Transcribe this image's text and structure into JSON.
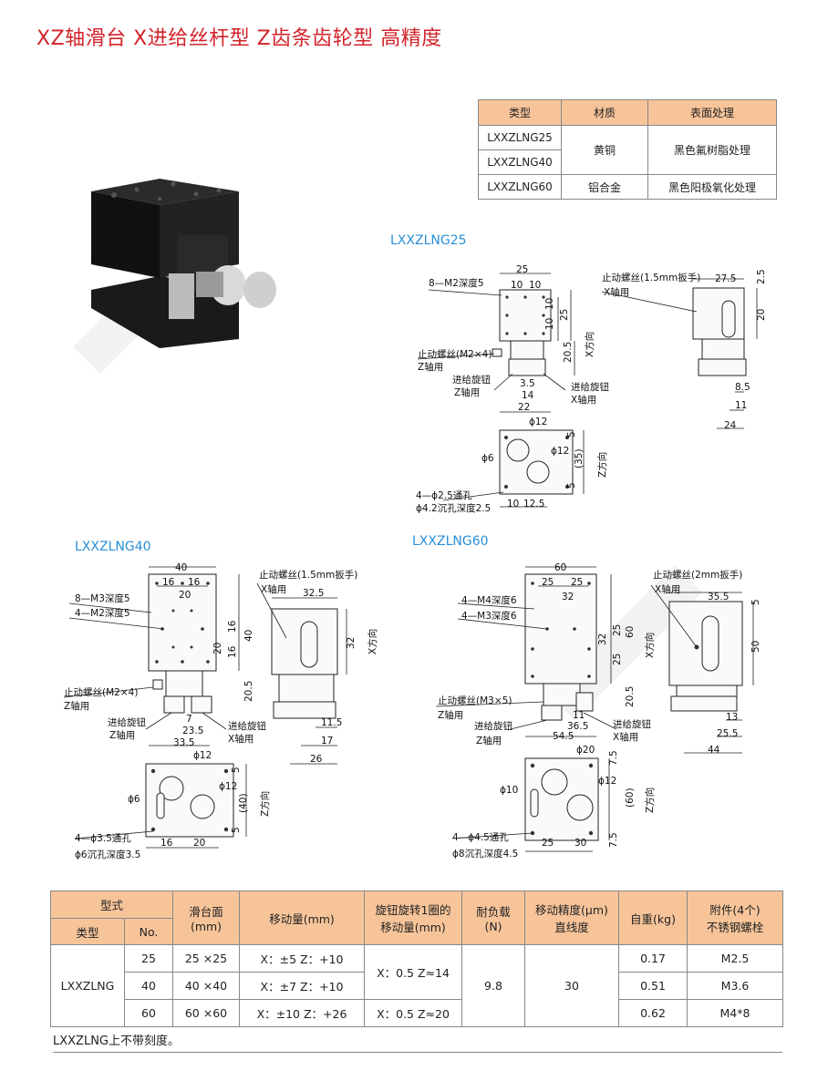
{
  "title": "XZ轴滑台 X进给丝杆型 Z齿条齿轮型 高精度",
  "material_table": {
    "headers": [
      "类型",
      "材质",
      "表面处理"
    ],
    "rows": [
      {
        "type": "LXXZLNG25",
        "material": "黄铜",
        "finish": "黑色氟树脂处理"
      },
      {
        "type": "LXXZLNG40",
        "material": "",
        "finish": ""
      },
      {
        "type": "LXXZLNG60",
        "material": "铝合金",
        "finish": "黑色阳极氧化处理"
      }
    ]
  },
  "models": {
    "m25": "LXXZLNG25",
    "m40": "LXXZLNG40",
    "m60": "LXXZLNG60"
  },
  "labels25": {
    "tap": "8—M2深度5",
    "stop_z": "止动螺丝(M2×4)",
    "z_use": "Z轴用",
    "knob_z": "进给旋钮",
    "z_use2": "Z轴用",
    "knob_x": "进给旋钮",
    "x_use": "X轴用",
    "stop_x": "止动螺丝(1.5mm扳手)",
    "x_use2": "X轴用",
    "x_dir": "X方向",
    "z_dir": "Z方向",
    "thru": "4—ϕ2.5通孔",
    "cbore": "ϕ4.2沉孔深度2.5",
    "d25": "25",
    "d10a": "10",
    "d10b": "10",
    "d10c": "10",
    "d10d": "10",
    "d25v": "25",
    "d205": "20.5",
    "d35": "3.5",
    "d14": "14",
    "d22": "22",
    "d275": "27.5",
    "d25b": "2.5",
    "d20": "20",
    "d85": "8.5",
    "d11": "11",
    "d24": "24",
    "p12a": "ϕ12",
    "p12b": "ϕ12",
    "p6": "ϕ6",
    "d5a": "5",
    "d35p": "(35)",
    "d5b": "5",
    "b10": "10",
    "b125": "12.5"
  },
  "labels40": {
    "tap1": "8—M3深度5",
    "tap2": "4—M2深度5",
    "stop_z": "止动螺丝(M2×4)",
    "z_use": "Z轴用",
    "knob_z": "进给旋钮",
    "z_use2": "Z轴用",
    "knob_x": "进给旋钮",
    "x_use": "X轴用",
    "stop_x": "止动螺丝(1.5mm扳手)",
    "x_use2": "X轴用",
    "x_dir": "X方向",
    "z_dir": "Z方向",
    "thru": "4—ϕ3.5通孔",
    "cbore": "ϕ6沉孔深度3.5",
    "d40": "40",
    "d16a": "16",
    "d16b": "16",
    "d20a": "20",
    "d16v": "16",
    "d20v": "20",
    "d16v2": "16",
    "d40v": "40",
    "d205": "20.5",
    "d7": "7",
    "d235": "23.5",
    "d335": "33.5",
    "d325": "32.5",
    "d32": "32",
    "d115": "11.5",
    "d17": "17",
    "d26": "26",
    "p12a": "ϕ12",
    "p12b": "ϕ12",
    "p6": "ϕ6",
    "d5a": "5",
    "d40p": "(40)",
    "d5b": "5",
    "b16": "16",
    "b20": "20"
  },
  "labels60": {
    "tap1": "4—M4深度6",
    "tap2": "4—M3深度6",
    "stop_z": "止动螺丝(M3×5)",
    "z_use": "Z轴用",
    "knob_z": "进给旋钮",
    "z_use2": "Z轴用",
    "knob_x": "进给旋钮",
    "x_use": "X轴用",
    "stop_x": "止动螺丝(2mm扳手)",
    "x_use2": "X轴用",
    "x_dir": "X方向",
    "z_dir": "Z方向",
    "thru": "4—ϕ4.5通孔",
    "cbore": "ϕ8沉孔深度4.5",
    "d60": "60",
    "d25a": "25",
    "d25b": "25",
    "d32": "32",
    "d32v": "32",
    "d25v": "25",
    "d60v": "60",
    "d25v2": "25",
    "d205": "20.5",
    "d11": "11",
    "d365": "36.5",
    "d545": "54.5",
    "d355": "35.5",
    "d5": "5",
    "d50": "50",
    "d13": "13",
    "d255": "25.5",
    "d44": "44",
    "p20": "ϕ20",
    "p12": "ϕ12",
    "p10": "ϕ10",
    "d75a": "7.5",
    "d60p": "(60)",
    "d75b": "7.5",
    "b25": "25",
    "b30": "30"
  },
  "spec_table": {
    "h_style": "型式",
    "h_type": "类型",
    "h_no": "No.",
    "h_table1": "滑台面",
    "h_table2": "(mm)",
    "h_travel": "移动量(mm)",
    "h_knob1": "旋钮旋转1圈的",
    "h_knob2": "移动量(mm)",
    "h_load1": "耐负载",
    "h_load2": "(N)",
    "h_acc1": "移动精度(μm)",
    "h_acc2": "直线度",
    "h_weight": "自重(kg)",
    "h_acc_a": "附件(4个)",
    "h_acc_b": "不锈钢螺栓",
    "type": "LXXZLNG",
    "load": "9.8",
    "straight": "30",
    "knob_ab": "X：0.5  Z≈14",
    "rows": [
      {
        "no": "25",
        "size": "25 ×25",
        "travel": "X：±5  Z：+10",
        "weight": "0.17",
        "bolt": "M2.5"
      },
      {
        "no": "40",
        "size": "40 ×40",
        "travel": "X：±7  Z：+10",
        "weight": "0.51",
        "bolt": "M3.6"
      },
      {
        "no": "60",
        "size": "60 ×60",
        "travel": "X：±10 Z：+26",
        "knob": "X：0.5  Z≈20",
        "weight": "0.62",
        "bolt": "M4*8"
      }
    ]
  },
  "note": "LXXZLNG上不带刻度。"
}
